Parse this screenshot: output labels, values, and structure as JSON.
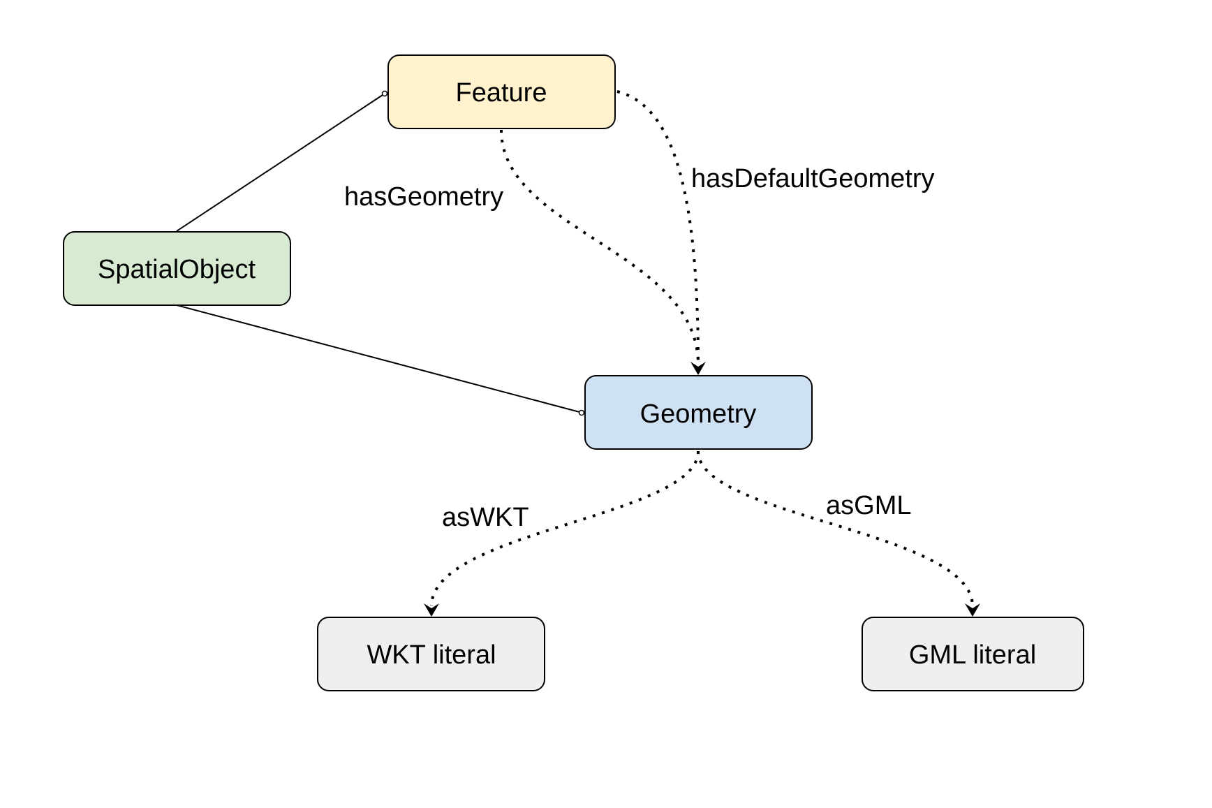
{
  "diagram": {
    "nodes": [
      {
        "id": "feature",
        "label": "Feature",
        "fill": "#fff2cc"
      },
      {
        "id": "spatialobject",
        "label": "SpatialObject",
        "fill": "#d9ead3"
      },
      {
        "id": "geometry",
        "label": "Geometry",
        "fill": "#cfe2f3"
      },
      {
        "id": "wkt",
        "label": "WKT literal",
        "fill": "#efefef"
      },
      {
        "id": "gml",
        "label": "GML literal",
        "fill": "#efefef"
      }
    ],
    "edges": [
      {
        "id": "spatialobject-feature",
        "from": "spatialobject",
        "to": "feature",
        "style": "solid",
        "end": "circle",
        "label": ""
      },
      {
        "id": "spatialobject-geometry",
        "from": "spatialobject",
        "to": "geometry",
        "style": "solid",
        "end": "circle",
        "label": ""
      },
      {
        "id": "hasGeometry",
        "from": "feature",
        "to": "geometry",
        "style": "dotted",
        "end": "arrow",
        "label": "hasGeometry"
      },
      {
        "id": "hasDefaultGeometry",
        "from": "feature",
        "to": "geometry",
        "style": "dotted",
        "end": "arrow",
        "label": "hasDefaultGeometry"
      },
      {
        "id": "asWKT",
        "from": "geometry",
        "to": "wkt",
        "style": "dotted",
        "end": "arrow",
        "label": "asWKT"
      },
      {
        "id": "asGML",
        "from": "geometry",
        "to": "gml",
        "style": "dotted",
        "end": "arrow",
        "label": "asGML"
      }
    ]
  }
}
